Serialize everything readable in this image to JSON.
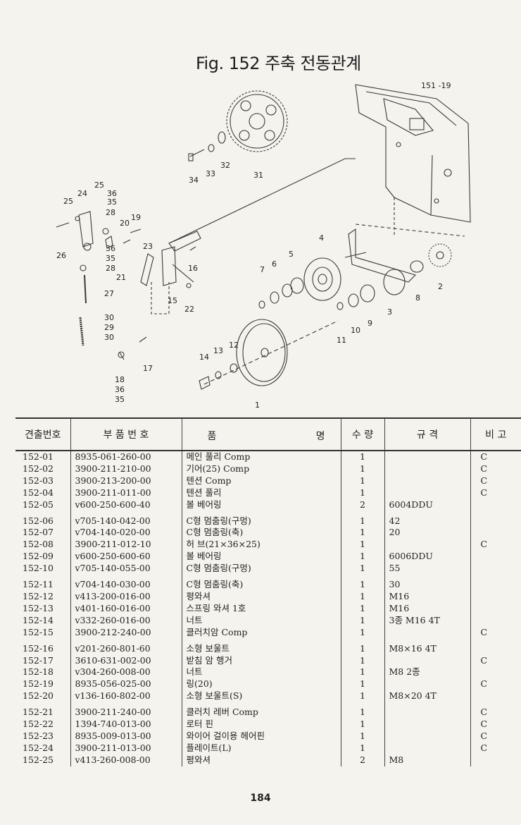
{
  "title": "Fig. 152  주축 전동관계",
  "page_number": "184",
  "callouts": {
    "c151": "151 -19",
    "c1": "1",
    "c2": "2",
    "c3": "3",
    "c4": "4",
    "c5": "5",
    "c6": "6",
    "c7": "7",
    "c8": "8",
    "c9": "9",
    "c10": "10",
    "c11": "11",
    "c12": "12",
    "c13": "13",
    "c14": "14",
    "c15": "15",
    "c16": "16",
    "c17": "17",
    "c18": "18",
    "c19": "19",
    "c20": "20",
    "c21": "21",
    "c22": "22",
    "c23": "23",
    "c24": "24",
    "c25a": "25",
    "c25b": "25",
    "c26": "26",
    "c27": "27",
    "c28a": "28",
    "c28b": "28",
    "c29": "29",
    "c30a": "30",
    "c30b": "30",
    "c31": "31",
    "c32": "32",
    "c33": "33",
    "c34": "34",
    "c35a": "35",
    "c35b": "35",
    "c35c": "35",
    "c36a": "36",
    "c36b": "36",
    "c36c": "36"
  },
  "table": {
    "headers": {
      "no": "견출번호",
      "part_no": "부 품 번 호",
      "name_a": "품",
      "name_b": "명",
      "qty": "수 량",
      "spec": "규 격",
      "remarks": "비 고"
    },
    "rows": [
      {
        "no": "152-01",
        "part": "8935-061-260-00",
        "name": "메인 풀리 Comp",
        "qty": "1",
        "spec": "",
        "rem": "C"
      },
      {
        "no": "152-02",
        "part": "3900-211-210-00",
        "name": "기어(25) Comp",
        "qty": "1",
        "spec": "",
        "rem": "C"
      },
      {
        "no": "152-03",
        "part": "3900-213-200-00",
        "name": "텐션 Comp",
        "qty": "1",
        "spec": "",
        "rem": "C"
      },
      {
        "no": "152-04",
        "part": "3900-211-011-00",
        "name": "텐션 풀리",
        "qty": "1",
        "spec": "",
        "rem": "C"
      },
      {
        "no": "152-05",
        "part": "v600-250-600-40",
        "name": "볼 베어링",
        "qty": "2",
        "spec": "6004DDU",
        "rem": ""
      },
      {
        "no": "152-06",
        "part": "v705-140-042-00",
        "name": "C형 멈춤링(구멍)",
        "qty": "1",
        "spec": "42",
        "rem": ""
      },
      {
        "no": "152-07",
        "part": "v704-140-020-00",
        "name": "C형 멈춤링(축)",
        "qty": "1",
        "spec": "20",
        "rem": ""
      },
      {
        "no": "152-08",
        "part": "3900-211-012-10",
        "name": "허 브(21×36×25)",
        "qty": "1",
        "spec": "",
        "rem": "C"
      },
      {
        "no": "152-09",
        "part": "v600-250-600-60",
        "name": "볼 베어링",
        "qty": "1",
        "spec": "6006DDU",
        "rem": ""
      },
      {
        "no": "152-10",
        "part": "v705-140-055-00",
        "name": "C형 멈춤링(구멍)",
        "qty": "1",
        "spec": "55",
        "rem": ""
      },
      {
        "no": "152-11",
        "part": "v704-140-030-00",
        "name": "C형 멈춤링(축)",
        "qty": "1",
        "spec": "30",
        "rem": ""
      },
      {
        "no": "152-12",
        "part": "v413-200-016-00",
        "name": "평와셔",
        "qty": "1",
        "spec": "M16",
        "rem": ""
      },
      {
        "no": "152-13",
        "part": "v401-160-016-00",
        "name": "스프링 와셔 1호",
        "qty": "1",
        "spec": "M16",
        "rem": ""
      },
      {
        "no": "152-14",
        "part": "v332-260-016-00",
        "name": "너트",
        "qty": "1",
        "spec": "3종 M16  4T",
        "rem": ""
      },
      {
        "no": "152-15",
        "part": "3900-212-240-00",
        "name": "클러치암 Comp",
        "qty": "1",
        "spec": "",
        "rem": "C"
      },
      {
        "no": "152-16",
        "part": "v201-260-801-60",
        "name": "소형 보울트",
        "qty": "1",
        "spec": "M8×16 4T",
        "rem": ""
      },
      {
        "no": "152-17",
        "part": "3610-631-002-00",
        "name": "받침 암 행거",
        "qty": "1",
        "spec": "",
        "rem": "C"
      },
      {
        "no": "152-18",
        "part": "v304-260-008-00",
        "name": "너트",
        "qty": "1",
        "spec": "M8 2종",
        "rem": ""
      },
      {
        "no": "152-19",
        "part": "8935-056-025-00",
        "name": "링(20)",
        "qty": "1",
        "spec": "",
        "rem": "C"
      },
      {
        "no": "152-20",
        "part": "v136-160-802-00",
        "name": "소형 보울트(S)",
        "qty": "1",
        "spec": "M8×20 4T",
        "rem": ""
      },
      {
        "no": "152-21",
        "part": "3900-211-240-00",
        "name": "클러치 레버 Comp",
        "qty": "1",
        "spec": "",
        "rem": "C"
      },
      {
        "no": "152-22",
        "part": "1394-740-013-00",
        "name": "로터 핀",
        "qty": "1",
        "spec": "",
        "rem": "C"
      },
      {
        "no": "152-23",
        "part": "8935-009-013-00",
        "name": "와이어 걸이용 헤어핀",
        "qty": "1",
        "spec": "",
        "rem": "C"
      },
      {
        "no": "152-24",
        "part": "3900-211-013-00",
        "name": "플레이트(L)",
        "qty": "1",
        "spec": "",
        "rem": "C"
      },
      {
        "no": "152-25",
        "part": "v413-260-008-00",
        "name": "평와셔",
        "qty": "2",
        "spec": "M8",
        "rem": ""
      }
    ]
  }
}
